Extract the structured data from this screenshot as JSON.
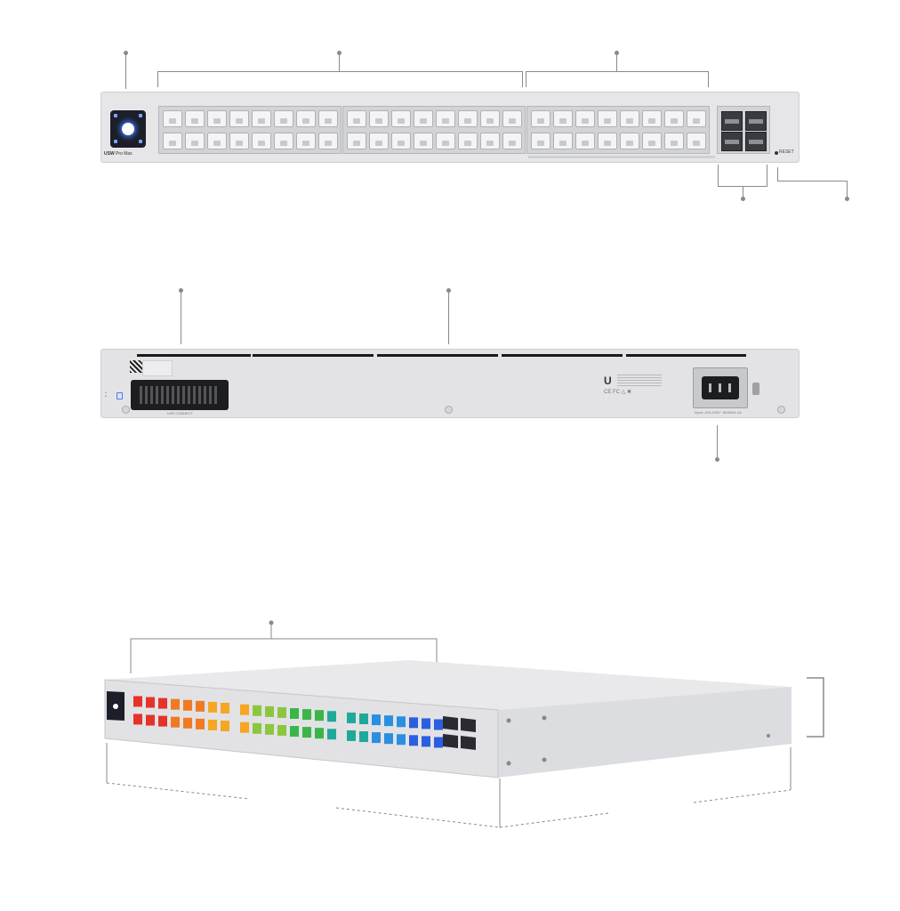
{
  "front": {
    "model_name": "USW",
    "model_suffix": "Pro Max",
    "reset_label": "RESET",
    "rj45_ports": 48,
    "sfp_ports": 4
  },
  "rear": {
    "console_label": "USP CONNECT",
    "power_label": "Input: 100-240V~ 50/60Hz 2A",
    "brand_icon": "ubiquiti-u-logo"
  },
  "iso": {
    "port_colors": [
      "#e5332a",
      "#f07a22",
      "#f5a623",
      "#8cc63f",
      "#3bb54a",
      "#1fa99a",
      "#2a8fe0",
      "#2b5fe0"
    ]
  }
}
